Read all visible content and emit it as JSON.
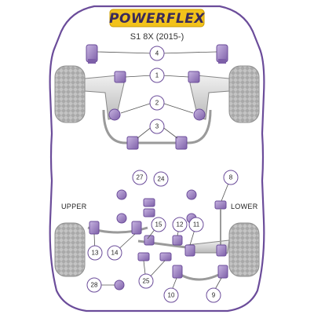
{
  "brand": {
    "logo_text": "POWERFLEX"
  },
  "model": "S1 8X (2015-)",
  "labels": {
    "upper": "UPPER",
    "lower": "LOWER"
  },
  "parts": [
    {
      "id": "p4",
      "number": "4"
    },
    {
      "id": "p1",
      "number": "1"
    },
    {
      "id": "p2",
      "number": "2"
    },
    {
      "id": "p3",
      "number": "3"
    },
    {
      "id": "p27",
      "number": "27"
    },
    {
      "id": "p24",
      "number": "24"
    },
    {
      "id": "p8",
      "number": "8"
    },
    {
      "id": "p15",
      "number": "15"
    },
    {
      "id": "p12",
      "number": "12"
    },
    {
      "id": "p11",
      "number": "11"
    },
    {
      "id": "p13",
      "number": "13"
    },
    {
      "id": "p14",
      "number": "14"
    },
    {
      "id": "p25",
      "number": "25"
    },
    {
      "id": "p28",
      "number": "28"
    },
    {
      "id": "p10",
      "number": "10"
    },
    {
      "id": "p9",
      "number": "9"
    }
  ],
  "colors": {
    "outline": "#6b4c9a",
    "bushing": "#8a6bb3",
    "bushing_light": "#c9b6e2",
    "tyre": "#b8b8b8",
    "arm": "#d8d8d8",
    "logo_bg": "#f2c21b"
  }
}
